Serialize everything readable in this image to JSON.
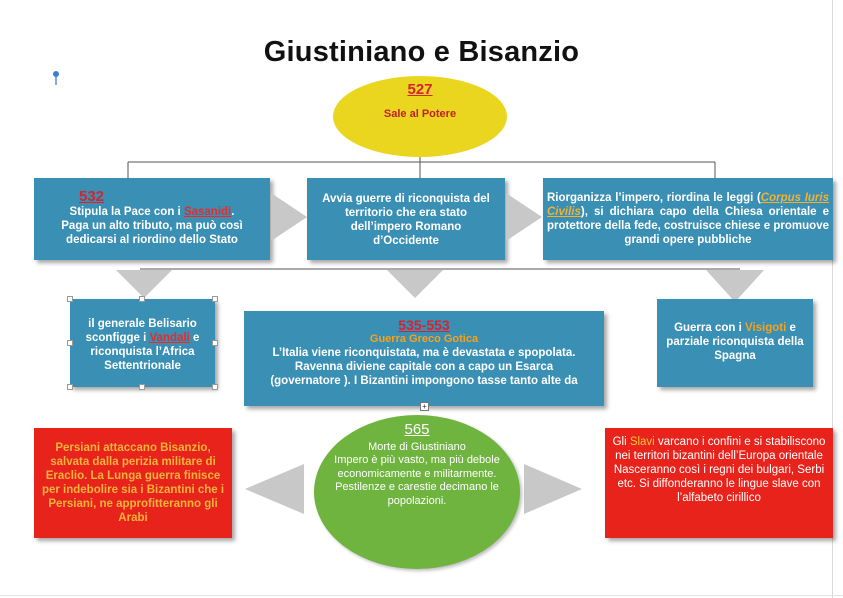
{
  "title": "Giustiniano e Bisanzio",
  "top": {
    "year": "527",
    "text": "Sale al Potere"
  },
  "row1": {
    "left": {
      "year": "532",
      "line1a": "Stipula la Pace con i ",
      "line1b": "Sasanidi",
      "line1c": ".",
      "line2": "Paga un alto tributo, ma può così",
      "line3": "dedicarsi al riordino dello Stato"
    },
    "middle": {
      "line1": "Avvia guerre di riconquista del",
      "line2": "territorio che era stato",
      "line3": "dell’impero Romano",
      "line4": "d’Occidente"
    },
    "right": {
      "p1": "Riorganizza l’impero, riordina le leggi (",
      "italic": "Corpus Iuris Civilis",
      "p2": "), si dichiara capo della Chiesa orientale e protettore della fede, costruisce chiese e promuove grandi opere pubbliche"
    }
  },
  "row2": {
    "left": {
      "line1": "il generale Belisario",
      "line2a": "sconfigge i ",
      "line2b": "Vandali",
      "line2c": " e",
      "line3": "riconquista l’Africa",
      "line4": "Settentrionale"
    },
    "middle": {
      "year": "535-553",
      "subtitle": "Guerra Greco Gotica",
      "line1": "L’Italia viene riconquistata, ma è devastata e spopolata.",
      "line2": "Ravenna diviene capitale  con a capo un Esarca",
      "line3": "(governatore ). I Bizantini impongono tasse tanto alte da"
    },
    "right": {
      "line1a": "Guerra con i ",
      "line1b": "Visigoti",
      "line1c": " e",
      "line2": "parziale riconquista della",
      "line3": "Spagna"
    }
  },
  "row3": {
    "left": {
      "text": "Persiani attaccano Bisanzio, salvata dalla perizia militare di Eraclio. La Lunga guerra finisce per indebolire sia i Bizantini che i Persiani, ne approfitteranno gli Arabi"
    },
    "center": {
      "year": "565",
      "line1": "Morte di Giustiniano",
      "line2": "Impero è più vasto, ma più debole",
      "line3": "economicamente e militarmente.",
      "line4": "Pestilenze e carestie decimano le",
      "line5": "popolazioni."
    },
    "right": {
      "p1": "Gli ",
      "slavi": "Slavi",
      "p2": " varcano i confini e si stabiliscono nei territori bizantini dell’Europa orientale Nasceranno così i regni dei bulgari, Serbi  etc. Si diffonderanno le lingue slave con l’alfabeto cirillico"
    }
  },
  "colors": {
    "blue": "#3a8fb5",
    "red": "#e8231c",
    "yellow": "#ead61e",
    "green": "#6fb43f",
    "arrow": "#c8c8c8"
  }
}
